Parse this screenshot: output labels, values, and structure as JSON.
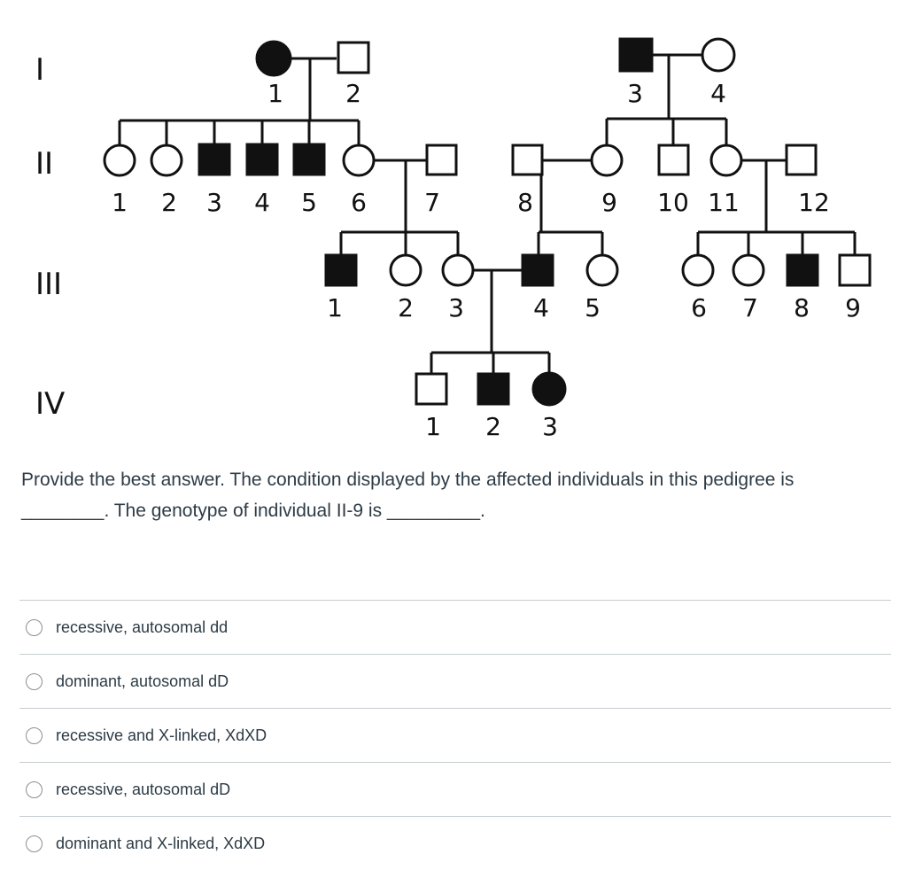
{
  "generations": [
    "I",
    "II",
    "III",
    "IV"
  ],
  "individuals": {
    "I": [
      "1",
      "2",
      "3",
      "4"
    ],
    "II": [
      "1",
      "2",
      "3",
      "4",
      "5",
      "6",
      "7",
      "8",
      "9",
      "10",
      "11",
      "12"
    ],
    "III": [
      "1",
      "2",
      "3",
      "4",
      "5",
      "6",
      "7",
      "8",
      "9"
    ],
    "IV": [
      "1",
      "2",
      "3"
    ]
  },
  "question": {
    "line1": "Provide the best answer. The condition displayed by the affected individuals in this pedigree is",
    "blank1": "________",
    "line2": ". The genotype of individual II-9 is",
    "blank2": "_________",
    "end": "."
  },
  "options": [
    "recessive, autosomal dd",
    "dominant, autosomal dD",
    "recessive and X-linked, XdXD",
    "recessive, autosomal dD",
    "dominant and X-linked, XdXD"
  ]
}
